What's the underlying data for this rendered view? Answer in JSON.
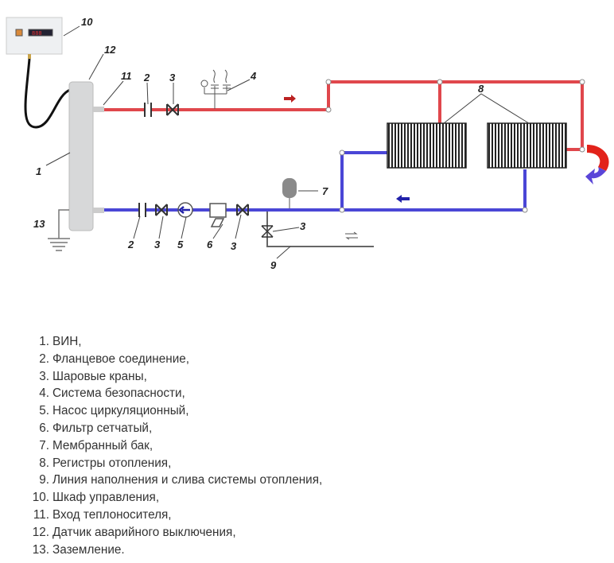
{
  "diagram": {
    "callouts": {
      "c1": "1",
      "c2a": "2",
      "c3a": "3",
      "c4": "4",
      "c2b": "2",
      "c3b": "3",
      "c5": "5",
      "c6": "6",
      "c3c": "3",
      "c3d": "3",
      "c7": "7",
      "c8": "8",
      "c9": "9",
      "c10": "10",
      "c11": "11",
      "c12": "12",
      "c13": "13"
    },
    "colors": {
      "supply": "#e0474c",
      "return": "#4a46d6"
    }
  },
  "legend": [
    {
      "num": "1.",
      "text": "ВИН,"
    },
    {
      "num": "2.",
      "text": "Фланцевое соединение,"
    },
    {
      "num": "3.",
      "text": "Шаровые краны,"
    },
    {
      "num": "4.",
      "text": "Система безопасности,"
    },
    {
      "num": "5.",
      "text": "Насос циркуляционный,"
    },
    {
      "num": "6.",
      "text": "Фильтр сетчатый,"
    },
    {
      "num": "7.",
      "text": "Мембранный бак,"
    },
    {
      "num": "8.",
      "text": "Регистры отопления,"
    },
    {
      "num": "9.",
      "text": "Линия наполнения и слива системы отопления,"
    },
    {
      "num": "10.",
      "text": "Шкаф управления,"
    },
    {
      "num": "11.",
      "text": "Вход теплоносителя,"
    },
    {
      "num": "12.",
      "text": "Датчик аварийного выключения,"
    },
    {
      "num": "13.",
      "text": "Заземление."
    }
  ]
}
